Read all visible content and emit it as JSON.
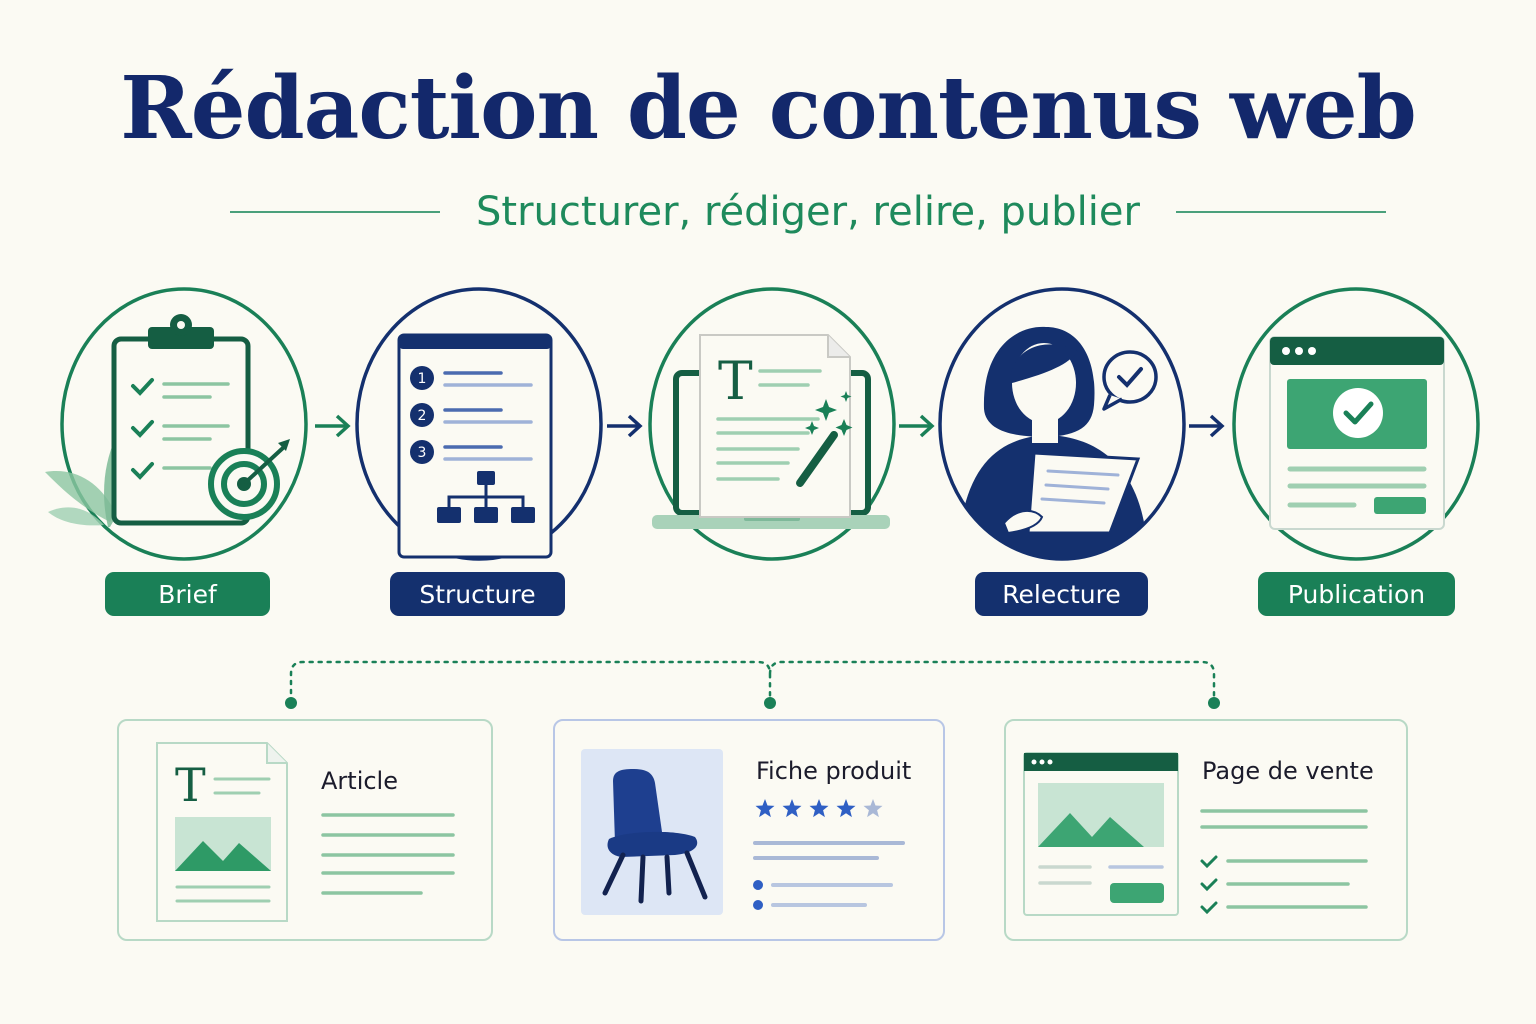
{
  "header": {
    "title": "Rédaction de contenus web",
    "subtitle": "Structurer, rédiger, relire, publier"
  },
  "steps": [
    {
      "label": "Brief",
      "icon": "clipboard-target-icon",
      "accent": "#1a8057"
    },
    {
      "label": "Structure",
      "icon": "numbered-list-sitemap-icon",
      "accent": "#14306e"
    },
    {
      "label": "",
      "icon": "laptop-document-magic-wand-icon",
      "accent": "#1a8057"
    },
    {
      "label": "Relecture",
      "icon": "woman-reading-review-icon",
      "accent": "#14306e"
    },
    {
      "label": "Publication",
      "icon": "browser-checkmark-icon",
      "accent": "#1a8057"
    }
  ],
  "step_markers": {
    "structure_numbers": [
      "1",
      "2",
      "3"
    ],
    "document_letter": "T"
  },
  "outputs": [
    {
      "title": "Article",
      "icon": "article-document-icon"
    },
    {
      "title": "Fiche produit",
      "icon": "chair-product-icon",
      "rating": 4,
      "rating_max": 5
    },
    {
      "title": "Page de vente",
      "icon": "sales-page-icon"
    }
  ],
  "colors": {
    "navy": "#14306e",
    "green": "#1a8057",
    "light_green": "#5cb487",
    "background": "#fbfaf3"
  }
}
